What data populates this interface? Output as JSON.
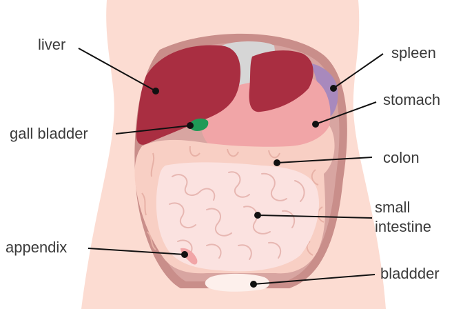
{
  "labels": {
    "liver": "liver",
    "gall_bladder": "gall bladder",
    "appendix": "appendix",
    "spleen": "spleen",
    "stomach": "stomach",
    "colon": "colon",
    "small_intestine_line1": "small",
    "small_intestine_line2": "intestine",
    "bladder": "bladdder"
  },
  "colors": {
    "skin": "#fcdcd2",
    "cavity": "#c98e8a",
    "liver": "#a92e41",
    "diaphragm": "#d6d6d6",
    "spleen": "#a889bd",
    "stomach": "#f1a5a7",
    "colon": "#f8cfc4",
    "small_intestine": "#fbe2e0",
    "gall_bladder": "#1f9a57",
    "bladder": "#fdf0ec",
    "leader_line": "#111111",
    "label_text": "#3a3a3a"
  }
}
